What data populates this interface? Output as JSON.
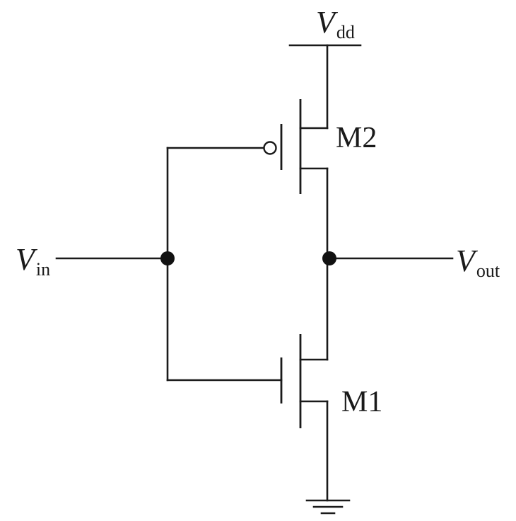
{
  "labels": {
    "vdd": {
      "symbol": "V",
      "subscript": "dd"
    },
    "vin": {
      "symbol": "V",
      "subscript": "in"
    },
    "vout": {
      "symbol": "V",
      "subscript": "out"
    },
    "m2": "M2",
    "m1": "M1"
  }
}
